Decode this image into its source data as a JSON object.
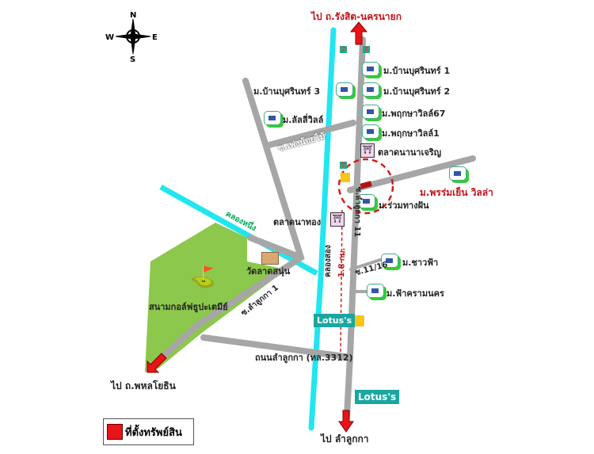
{
  "compass": {
    "n": "N",
    "s": "S",
    "e": "E",
    "w": "W"
  },
  "destinations": {
    "north": "ไป ถ.รังสิต-นครนายก",
    "southwest": "ไป ถ.พหลโยธิน",
    "south": "ไป ลำลูกกา"
  },
  "villages": [
    "ม.บ้านบุศรินทร์ 1",
    "ม.บ้านบุศรินทร์ 2",
    "ม.บ้านบุศรินทร์ 3",
    "ม.ลัลลี่วิลล์",
    "ม.พฤกษาวิลล์67",
    "ม.พฤกษาวิลล์1",
    "ม.พรร่มเย็น วิลล่า",
    "ม.ร่วมทางฝัน",
    "ม.ชาวฟ้า",
    "ม.ฟ้าครามนคร"
  ],
  "markets": [
    "ตลาดนานาเจริญ",
    "ตลาดนาทอง"
  ],
  "roads": {
    "main": "ซ.ลำลูกกา 11",
    "soi_pheng": "ซ.เพ่งน้อยไม้",
    "soi_1": "ซ.ลำลูกกา 1",
    "soi_11_16": "ซ.11/16",
    "highway": "ถนนลำลูกกา (ทล.3312)"
  },
  "canals": {
    "khlong1": "คลองหนึ่ง",
    "khlong2": "คลองสอง"
  },
  "places": {
    "temple": "วัดลาดสนุ่น",
    "golf": "สนามกอล์ฟธูปะเตมีย์"
  },
  "distance": "1.8 กม.",
  "stores": {
    "lotus": "Lotus's",
    "seven": "7"
  },
  "legend": {
    "label": "ที่ตั้งทรัพย์สิน",
    "color": "#e8141a"
  },
  "colors": {
    "road": "#a6a6a6",
    "canal": "#22e6ef",
    "park": "#8cc84b",
    "arrow": "#e8141a"
  }
}
